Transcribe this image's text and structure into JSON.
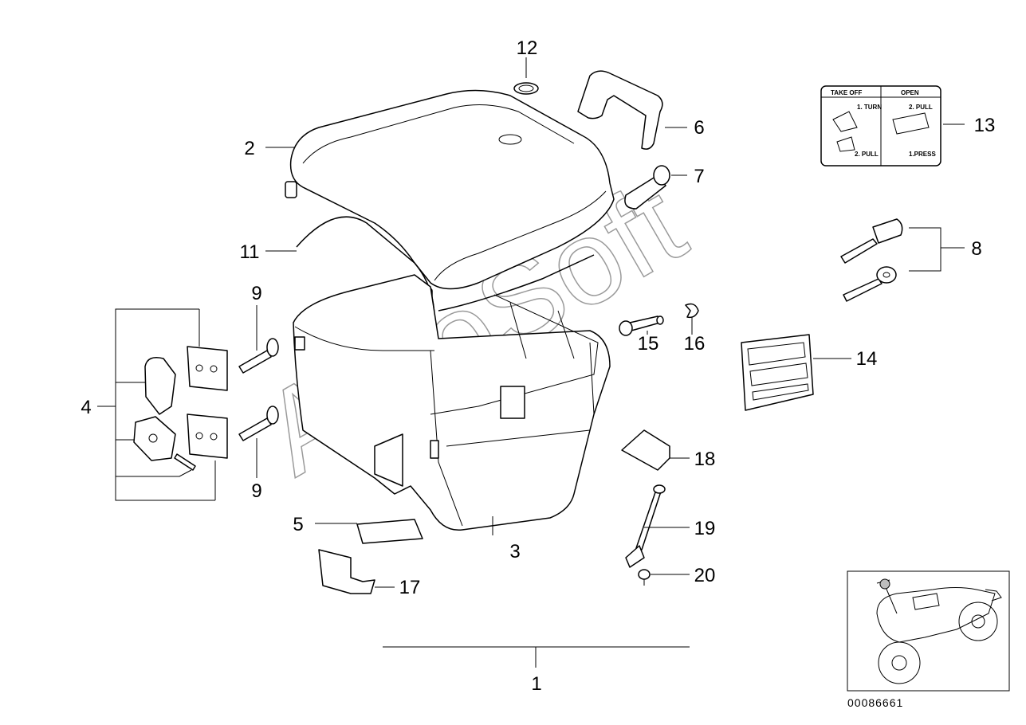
{
  "diagram": {
    "part_labels": {
      "p1": "1",
      "p2": "2",
      "p3": "3",
      "p4": "4",
      "p5": "5",
      "p6": "6",
      "p7": "7",
      "p8": "8",
      "p9a": "9",
      "p9b": "9",
      "p11": "11",
      "p12": "12",
      "p13": "13",
      "p14": "14",
      "p15": "15",
      "p16": "16",
      "p17": "17",
      "p18": "18",
      "p19": "19",
      "p20": "20"
    },
    "sticker": {
      "col1_header": "TAKE OFF",
      "col2_header": "OPEN",
      "step_turn": "1. TURN",
      "step_pull_left": "2. PULL",
      "step_pull_right": "2. PULL",
      "step_press": "1.PRESS"
    },
    "drawing_number": "00086661",
    "watermark": "AutoSoft"
  }
}
